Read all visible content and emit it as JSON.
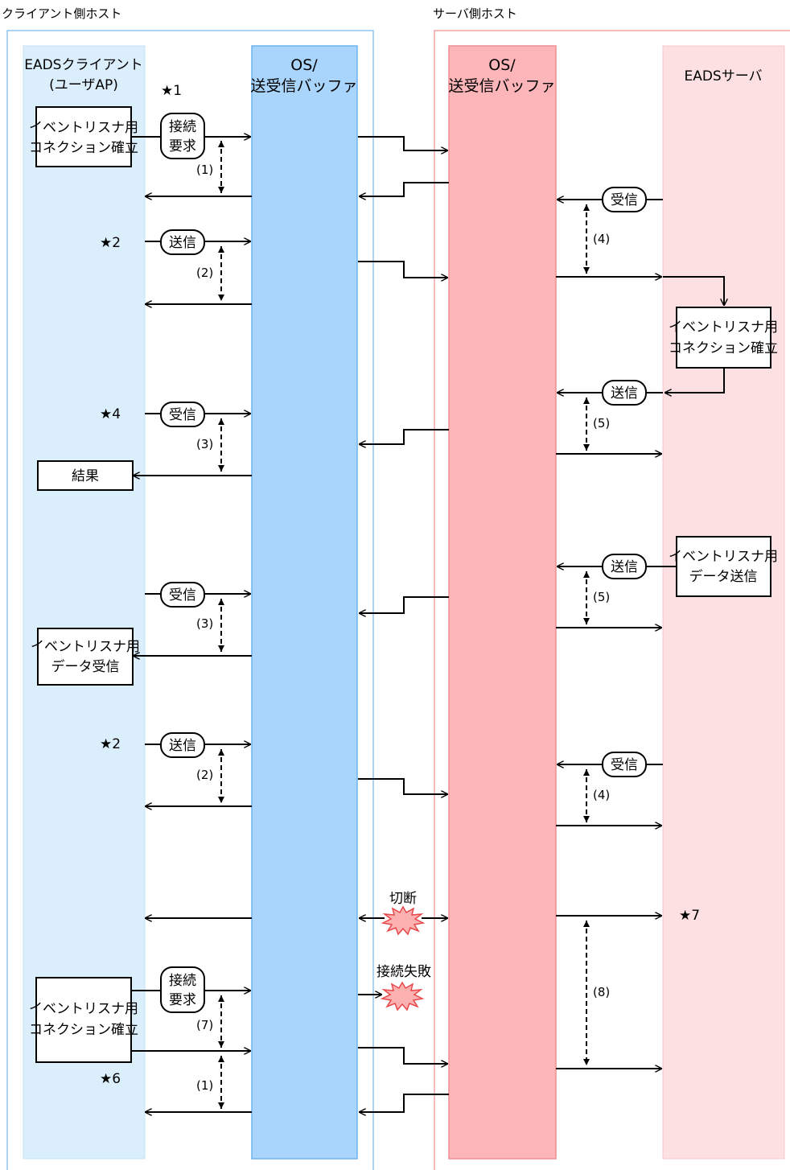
{
  "hosts": {
    "client": "クライアント側ホスト",
    "server": "サーバ側ホスト"
  },
  "lanes": {
    "client_app": [
      "EADSクライアント",
      "(ユーザAP)"
    ],
    "client_os": [
      "OS/",
      "送受信バッファ"
    ],
    "server_os": [
      "OS/",
      "送受信バッファ"
    ],
    "server_app": [
      "EADSサーバ"
    ]
  },
  "stars": {
    "s1": "★1",
    "s2a": "★2",
    "s4": "★4",
    "s2b": "★2",
    "s7": "★7",
    "s6": "★6"
  },
  "boxes": {
    "conn1": [
      "イベントリスナ用",
      "コネクション確立"
    ],
    "result": "結果",
    "recv_data": [
      "イベントリスナ用",
      "データ受信"
    ],
    "conn2": [
      "イベントリスナ用",
      "コネクション確立"
    ],
    "server_conn": [
      "イベントリスナ用",
      "コネクション確立"
    ],
    "server_send": [
      "イベントリスナ用",
      "データ送信"
    ]
  },
  "pills": {
    "req1": [
      "接続",
      "要求"
    ],
    "send1": "送信",
    "recv1": "受信",
    "recv2": "受信",
    "send2": "送信",
    "req2": [
      "接続",
      "要求"
    ],
    "srv_recv1": "受信",
    "srv_send1": "送信",
    "srv_send2": "送信",
    "srv_recv2": "受信"
  },
  "intervals": {
    "c1a": "(1)",
    "c2a": "(2)",
    "c3a": "(3)",
    "c3b": "(3)",
    "c2b": "(2)",
    "c7": "(7)",
    "c1b": "(1)",
    "s4a": "(4)",
    "s5a": "(5)",
    "s5b": "(5)",
    "s4b": "(4)",
    "s8": "(8)"
  },
  "events": {
    "disconnect": "切断",
    "connect_fail": "接続失敗"
  },
  "colors": {
    "client_host_border": "#90c4ec",
    "client_app_lane": "#dbeefc",
    "client_os_lane": "#a9d4fb",
    "server_host_border": "#f3a3a3",
    "server_os_lane": "#fcb5b8",
    "server_app_lane": "#fde0e1",
    "burst_fill": "#fcb1b1",
    "burst_stroke": "#e8474a"
  }
}
